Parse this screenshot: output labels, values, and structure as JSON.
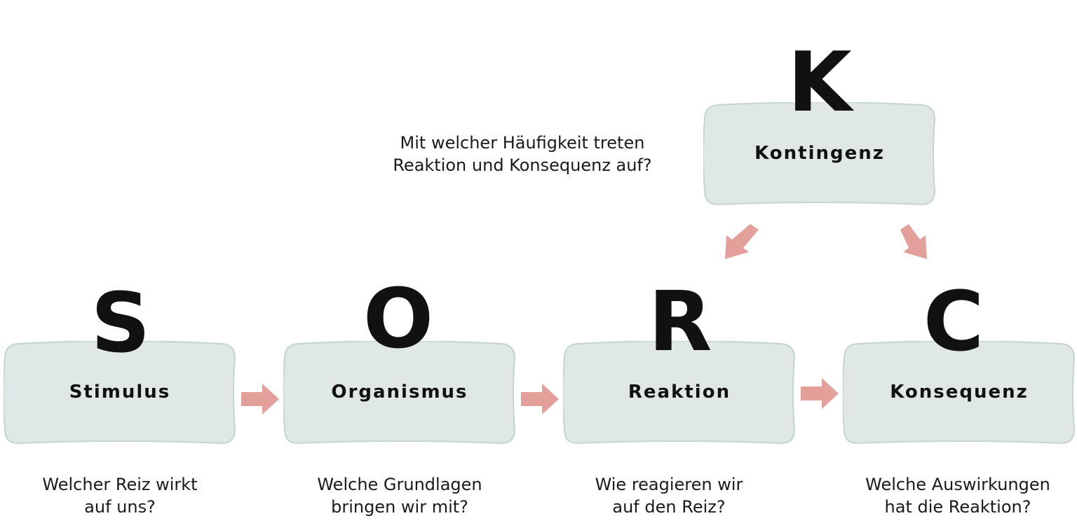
{
  "colors": {
    "box_fill": "#dfe7e7",
    "box_stroke": "#c5d3d1",
    "arrow": "#e3a09a",
    "text": "#111111"
  },
  "nodes": {
    "stimulus": {
      "letter": "S",
      "label": "Stimulus",
      "question_line1": "Welcher Reiz wirkt",
      "question_line2": "auf uns?"
    },
    "organismus": {
      "letter": "O",
      "label": "Organismus",
      "question_line1": "Welche Grundlagen",
      "question_line2": "bringen wir mit?"
    },
    "reaktion": {
      "letter": "R",
      "label": "Reaktion",
      "question_line1": "Wie reagieren wir",
      "question_line2": "auf den Reiz?"
    },
    "konsequenz": {
      "letter": "C",
      "label": "Konsequenz",
      "question_line1": "Welche Auswirkungen",
      "question_line2": "hat die Reaktion?"
    },
    "kontingenz": {
      "letter": "K",
      "label": "Kontingenz",
      "question_line1": "Mit welcher Häufigkeit treten",
      "question_line2": "Reaktion und Konsequenz auf?"
    }
  },
  "edges": [
    {
      "from": "S",
      "to": "O"
    },
    {
      "from": "O",
      "to": "R"
    },
    {
      "from": "R",
      "to": "C"
    },
    {
      "from": "K",
      "to": "R"
    },
    {
      "from": "K",
      "to": "C"
    }
  ]
}
